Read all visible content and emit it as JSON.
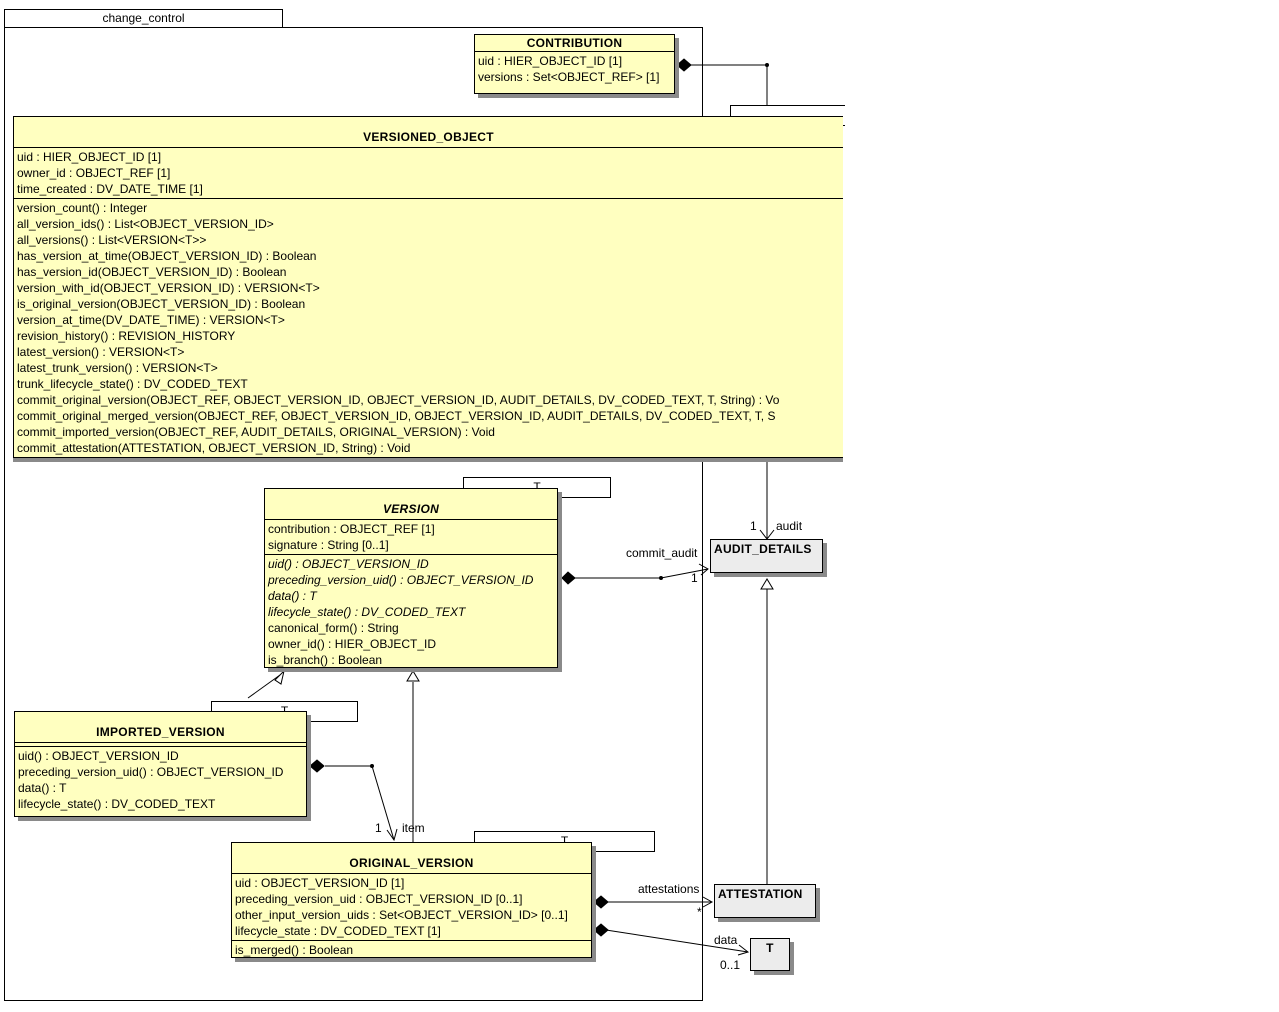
{
  "package": {
    "name": "change_control"
  },
  "classes": {
    "contribution": {
      "name": "CONTRIBUTION",
      "attributes": [
        "uid : HIER_OBJECT_ID [1]",
        "versions : Set<OBJECT_REF> [1]"
      ]
    },
    "versioned_object": {
      "name": "VERSIONED_OBJECT",
      "attributes": [
        "uid : HIER_OBJECT_ID [1]",
        "owner_id : OBJECT_REF [1]",
        "time_created : DV_DATE_TIME [1]"
      ],
      "operations": [
        "version_count() : Integer",
        "all_version_ids() : List<OBJECT_VERSION_ID>",
        "all_versions() : List<VERSION<T>>",
        "has_version_at_time(OBJECT_VERSION_ID) : Boolean",
        "has_version_id(OBJECT_VERSION_ID) : Boolean",
        "version_with_id(OBJECT_VERSION_ID) : VERSION<T>",
        "is_original_version(OBJECT_VERSION_ID) : Boolean",
        "version_at_time(DV_DATE_TIME) : VERSION<T>",
        "revision_history() : REVISION_HISTORY",
        "latest_version() : VERSION<T>",
        "latest_trunk_version() : VERSION<T>",
        "trunk_lifecycle_state() : DV_CODED_TEXT",
        "commit_original_version(OBJECT_REF, OBJECT_VERSION_ID, OBJECT_VERSION_ID, AUDIT_DETAILS, DV_CODED_TEXT, T, String) : Vo",
        "commit_original_merged_version(OBJECT_REF, OBJECT_VERSION_ID, OBJECT_VERSION_ID, AUDIT_DETAILS, DV_CODED_TEXT, T, S",
        "commit_imported_version(OBJECT_REF, AUDIT_DETAILS, ORIGINAL_VERSION) : Void",
        "commit_attestation(ATTESTATION, OBJECT_VERSION_ID, String) : Void"
      ]
    },
    "version": {
      "name": "VERSION",
      "type_param": "T",
      "attributes": [
        "contribution : OBJECT_REF [1]",
        "signature : String [0..1]"
      ],
      "operations_abstract": [
        "uid() : OBJECT_VERSION_ID",
        "preceding_version_uid() : OBJECT_VERSION_ID",
        "data() : T",
        "lifecycle_state() : DV_CODED_TEXT"
      ],
      "operations": [
        "canonical_form() : String",
        "owner_id() : HIER_OBJECT_ID",
        "is_branch() : Boolean"
      ]
    },
    "imported_version": {
      "name": "IMPORTED_VERSION",
      "type_param": "T",
      "operations": [
        "uid() : OBJECT_VERSION_ID",
        "preceding_version_uid() : OBJECT_VERSION_ID",
        "data() : T",
        "lifecycle_state() : DV_CODED_TEXT"
      ]
    },
    "original_version": {
      "name": "ORIGINAL_VERSION",
      "type_param": "T",
      "attributes": [
        "uid : OBJECT_VERSION_ID [1]",
        "preceding_version_uid : OBJECT_VERSION_ID [0..1]",
        "other_input_version_uids : Set<OBJECT_VERSION_ID> [0..1]",
        "lifecycle_state : DV_CODED_TEXT [1]"
      ],
      "operations": [
        "is_merged() : Boolean"
      ]
    },
    "audit_details": {
      "name": "AUDIT_DETAILS"
    },
    "attestation": {
      "name": "ATTESTATION"
    },
    "t_class": {
      "name": "T"
    }
  },
  "edge_labels": {
    "audit_role": "audit",
    "audit_mult": "1",
    "commit_audit_role": "commit_audit",
    "commit_audit_mult": "1",
    "item_role": "item",
    "item_mult": "1",
    "attestations_role": "attestations",
    "attestations_mult": "*",
    "data_role": "data",
    "data_mult": "0..1"
  },
  "colors": {
    "class_fill": "#ffffc0",
    "external_fill": "#ececec",
    "shadow": "#8a8a8a"
  }
}
